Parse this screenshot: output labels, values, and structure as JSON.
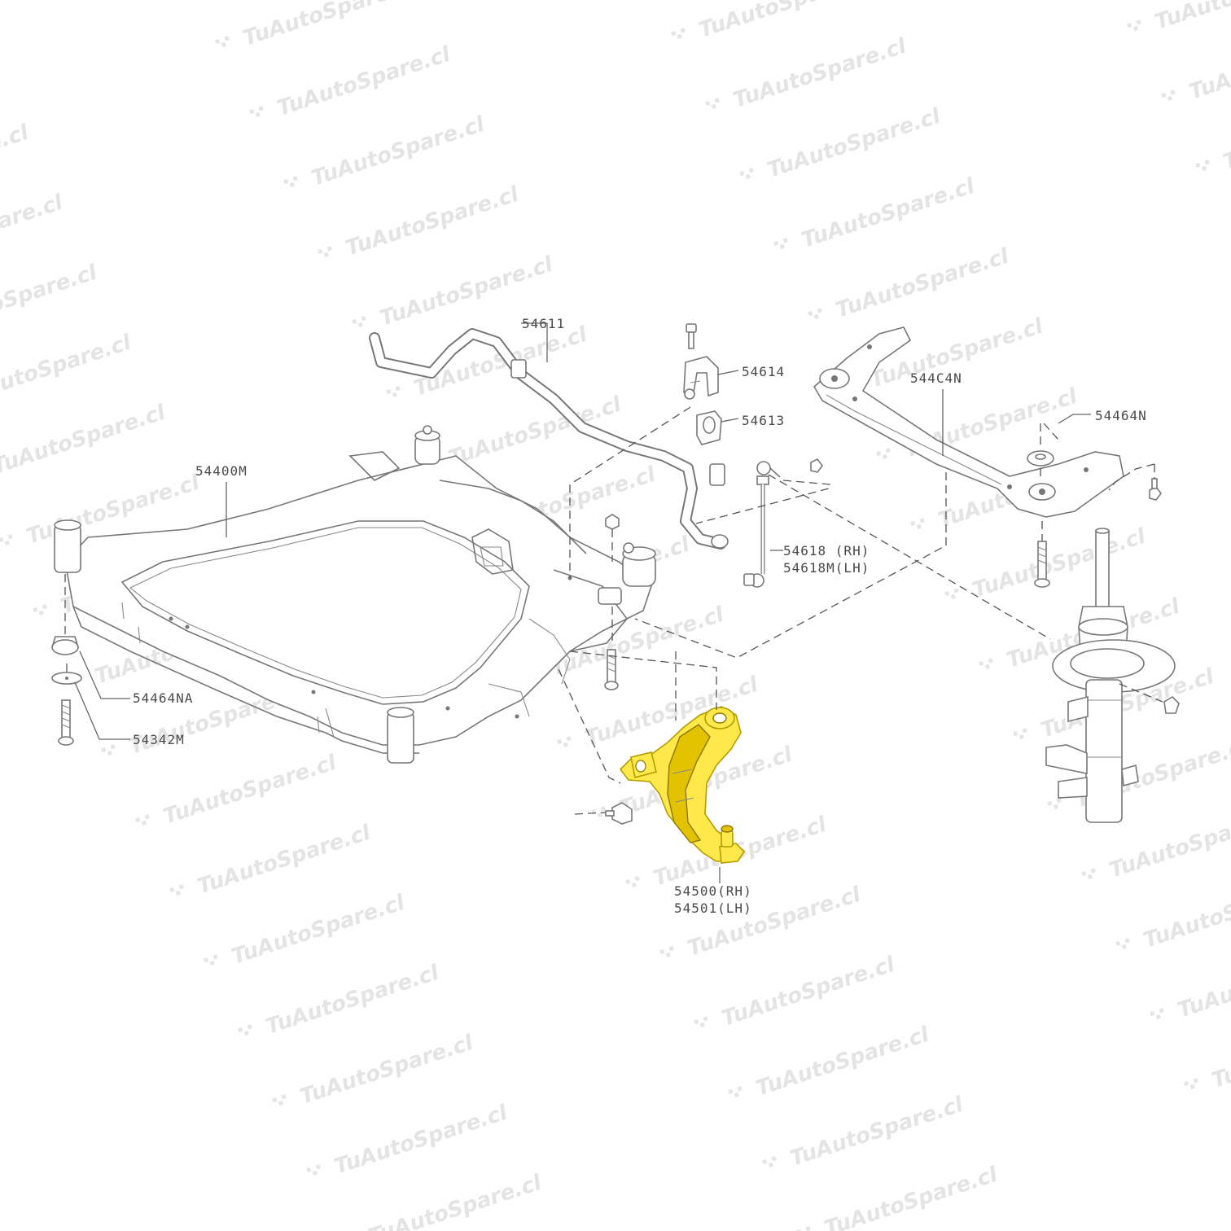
{
  "watermark": {
    "text": "TuAutoSpare.cl",
    "color": "#cfcfcf"
  },
  "highlight_color": "#ffe94a",
  "labels": {
    "p54611": "54611",
    "p54614": "54614",
    "p54613": "54613",
    "p544C4N": "544C4N",
    "p54464N": "54464N",
    "p54400M": "54400M",
    "p54618_rh": "54618 (RH)",
    "p54618M_lh": "54618M(LH)",
    "p54464NA": "54464NA",
    "p54342M": "54342M",
    "p54500_rh": "54500(RH)",
    "p54501_lh": "54501(LH)"
  }
}
